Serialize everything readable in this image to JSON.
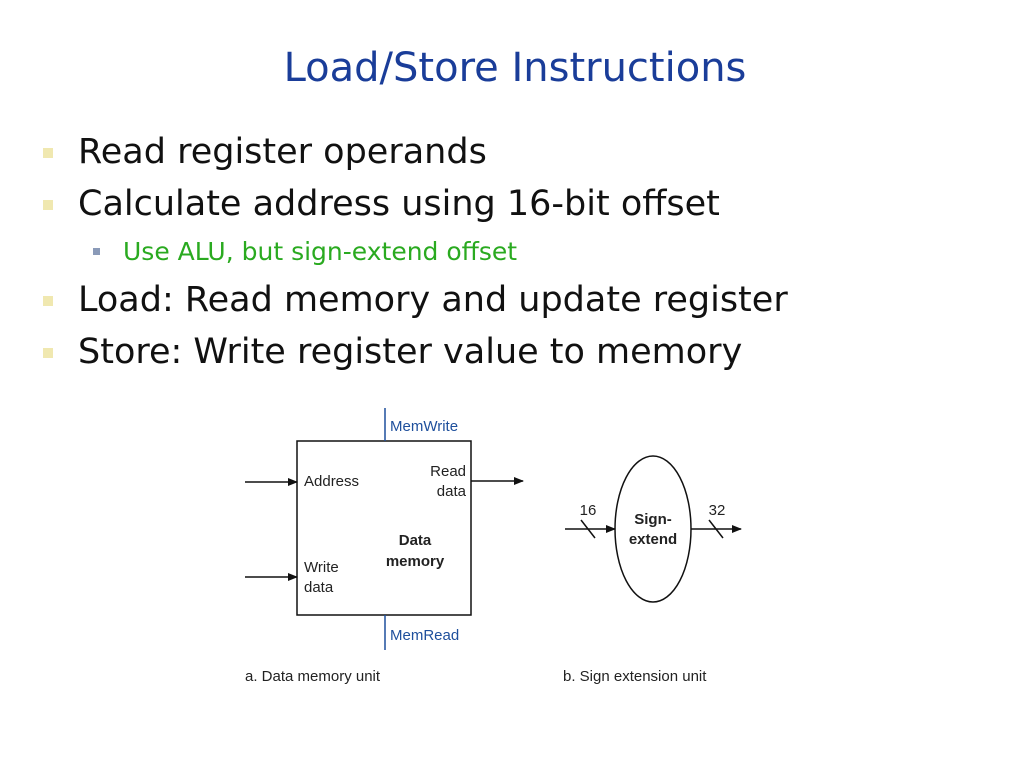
{
  "title": "Load/Store Instructions",
  "bullets": [
    {
      "text": "Read register operands",
      "level": 1
    },
    {
      "text": "Calculate address using 16-bit offset",
      "level": 1
    },
    {
      "text": "Use ALU, but sign-extend offset",
      "level": 2
    },
    {
      "text": "Load: Read memory and update register",
      "level": 1
    },
    {
      "text": "Store: Write register value to memory",
      "level": 1
    }
  ],
  "colors": {
    "title": "#1a3d99",
    "body_text": "#111111",
    "sub_text": "#2aaa20",
    "bullet_marker": "#f0e8b0",
    "sub_bullet_marker": "#8a9ab8",
    "control_signal": "#1e4f9c"
  },
  "diagram": {
    "data_memory": {
      "mem_write_label": "MemWrite",
      "mem_read_label": "MemRead",
      "address_label": "Address",
      "read_data_label": [
        "Read",
        "data"
      ],
      "write_data_label": [
        "Write",
        "data"
      ],
      "unit_name": [
        "Data",
        "memory"
      ],
      "caption": "a. Data memory unit"
    },
    "sign_extend": {
      "input_width": "16",
      "output_width": "32",
      "unit_name": [
        "Sign-",
        "extend"
      ],
      "caption": "b. Sign extension unit"
    }
  }
}
